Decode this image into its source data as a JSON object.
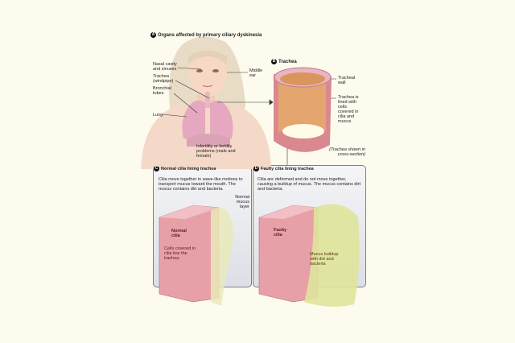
{
  "panel_a": {
    "badge": "A",
    "title": "Organs affected by primary ciliary dyskinesia",
    "labels": {
      "nasal": "Nasal cavity and sinuses",
      "trachea": "Trachea (windpipe)",
      "bronchial": "Bronchial tubes",
      "lung": "Lung",
      "middle_ear": "Middle ear",
      "infertility": "Infertility or fertility problems (male and female)"
    }
  },
  "panel_b": {
    "badge": "B",
    "title": "Trachea",
    "labels": {
      "wall": "Tracheal wall",
      "lined": "Trachea is lined with cells covered in cilia and mucus",
      "note": "(Trachea shown in cross-section)"
    }
  },
  "panel_c": {
    "badge": "C",
    "title": "Normal cilia lining trachea",
    "description": "Cilia move together in wave-like motions to transport mucus toward the mouth. The mucus contains dirt and bacteria.",
    "labels": {
      "mucus": "Normal mucus layer",
      "cilia": "Normal cilia",
      "cells": "Cells covered in cilia line the trachea"
    }
  },
  "panel_d": {
    "badge": "D",
    "title": "Faulty cilia lining trachea",
    "description": "Cilia are deformed and do not move together, causing a buildup of mucus. The mucus contains dirt and bacteria.",
    "labels": {
      "cilia": "Faulty cilia",
      "mucus": "Mucus buildup with dirt and bacteria"
    }
  }
}
